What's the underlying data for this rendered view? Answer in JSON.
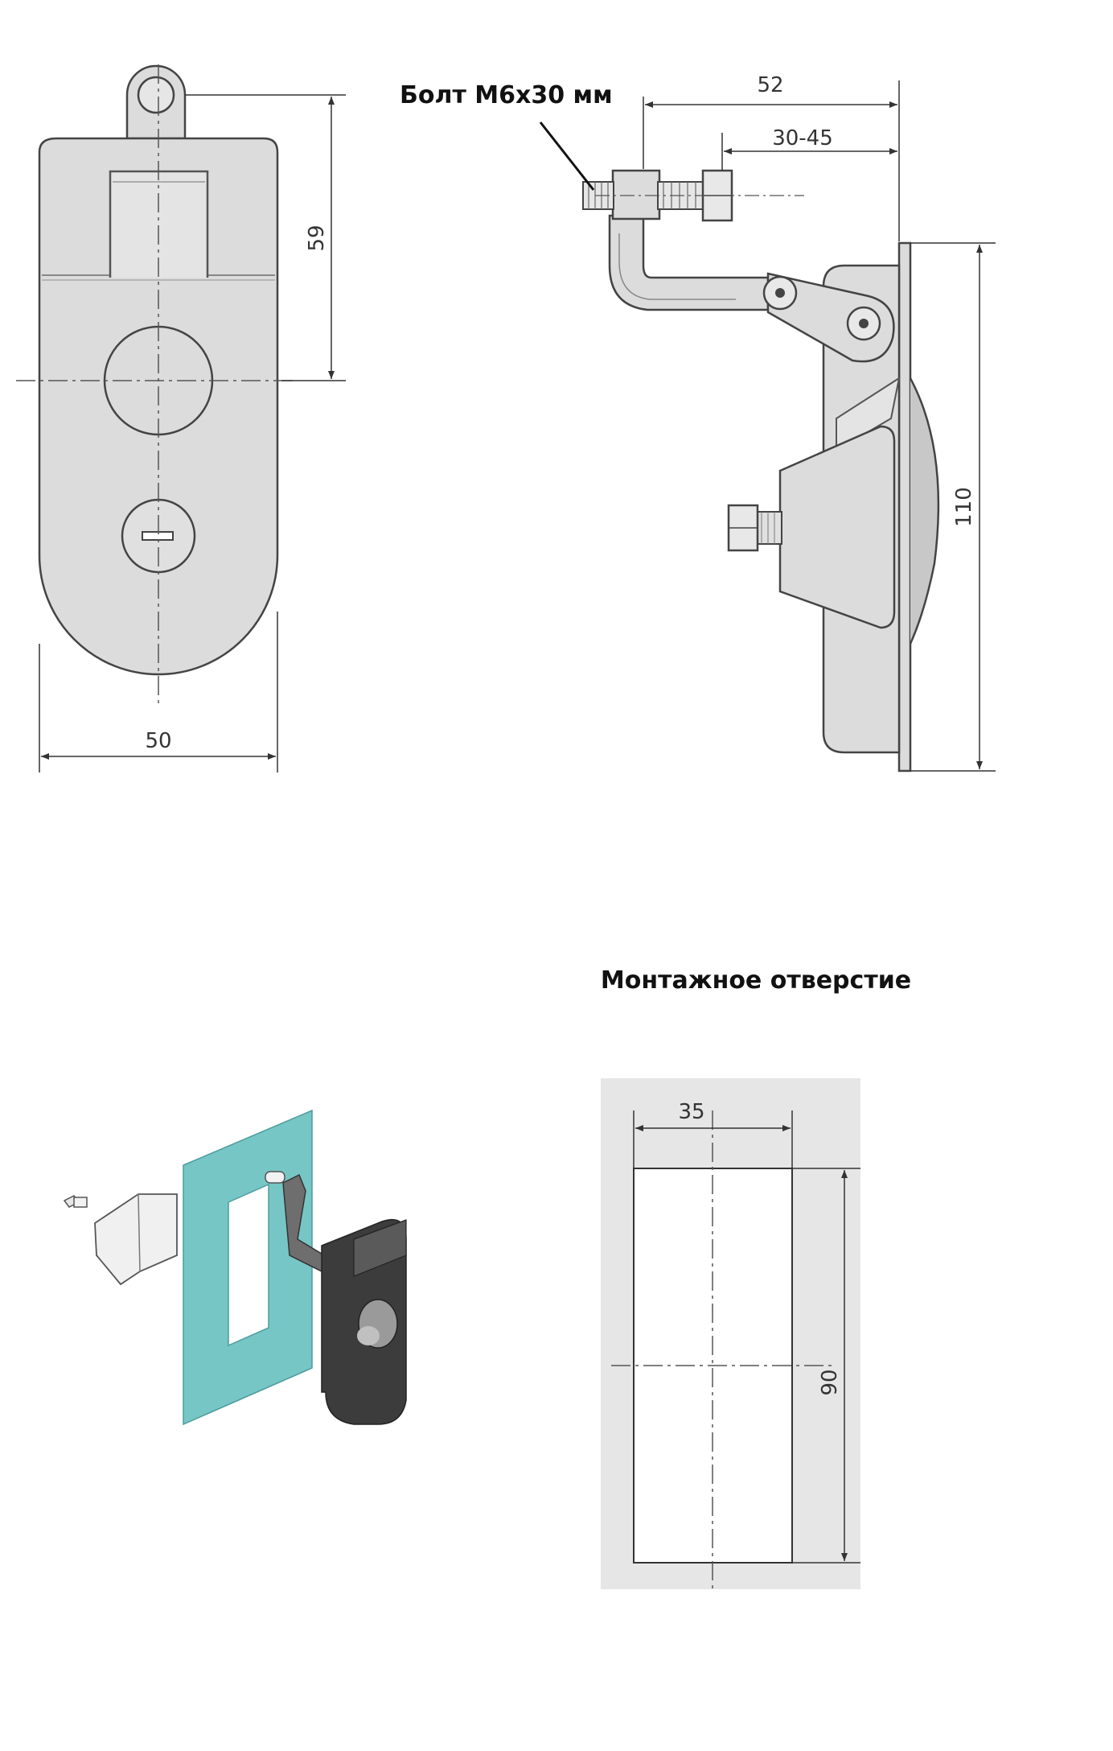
{
  "front_view": {
    "width_dim": "50",
    "height_dim": "59"
  },
  "side_view": {
    "bolt_label": "Болт М6х30 мм",
    "dim_overall": "52",
    "dim_range": "30-45",
    "dim_height": "110"
  },
  "mounting_hole": {
    "title": "Монтажное отверстие",
    "width_dim": "35",
    "height_dim": "90"
  },
  "colors": {
    "panel": "#77c6c6",
    "metal": "#dcdcdc",
    "outline": "#444444",
    "dark_body": "#3c3c3c",
    "hole_bg": "#e6e6e6"
  }
}
